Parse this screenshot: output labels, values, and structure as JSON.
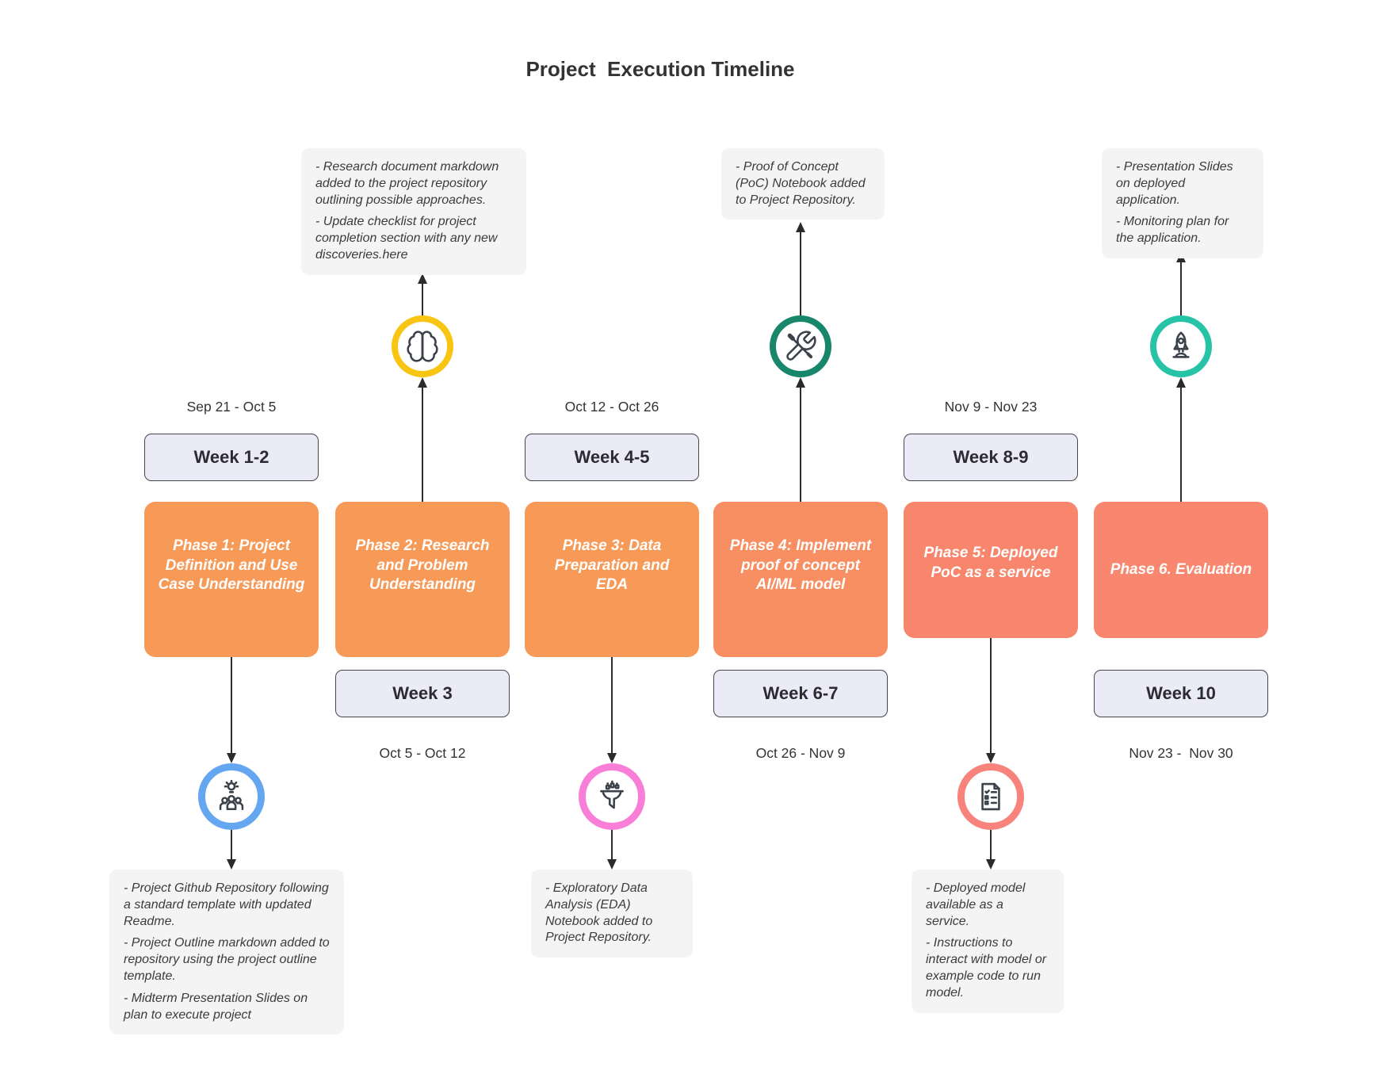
{
  "title": "Project  Execution Timeline",
  "colors": {
    "phase_orange": "#F79A58",
    "phase_orange_deep": "#F78F63",
    "phase_salmon": "#F8866C",
    "phase_coral": "#F9876F",
    "week_badge_bg": "#EBEBF8",
    "note_bg": "#F4F4F4",
    "ring_blue": "#64A7F0",
    "ring_yellow": "#F8C513",
    "ring_pink": "#F97ED7",
    "ring_green": "#17866A",
    "ring_red": "#F8837C",
    "ring_teal": "#26C3A7",
    "arrow": "#2b2b2e"
  },
  "phases": [
    {
      "title": "Phase 1: Project Definition and Use Case Understanding",
      "week": "Week 1-2",
      "dates": "Sep 21 - Oct 5",
      "icon": "team-lightbulb-icon",
      "note": [
        "- Project Github Repository following a standard template with updated Readme.",
        "- Project Outline markdown added to repository using the project outline template.",
        "- Midterm Presentation Slides on plan to execute project"
      ]
    },
    {
      "title": "Phase 2: Research and Problem Understanding",
      "week": "Week 3",
      "dates": "Oct 5 - Oct 12",
      "icon": "brain-icon",
      "note": [
        "- Research document markdown added to the project repository outlining possible approaches.",
        "- Update checklist for project completion section with any new discoveries.here"
      ]
    },
    {
      "title": "Phase 3: Data Preparation and EDA",
      "week": "Week 4-5",
      "dates": "Oct 12 - Oct 26",
      "icon": "funnel-icon",
      "note": [
        "- Exploratory Data Analysis (EDA) Notebook added to Project Repository."
      ]
    },
    {
      "title": "Phase 4: Implement proof of concept AI/ML model",
      "week": "Week 6-7",
      "dates": "Oct 26 - Nov 9",
      "icon": "tools-icon",
      "note": [
        "- Proof of Concept (PoC) Notebook added to Project Repository."
      ]
    },
    {
      "title": "Phase 5: Deployed PoC as a service",
      "week": "Week 8-9",
      "dates": "Nov 9 - Nov 23",
      "icon": "checklist-icon",
      "note": [
        "- Deployed model available as a service.",
        "- Instructions to interact with model or example code to run model."
      ]
    },
    {
      "title": "Phase 6. Evaluation",
      "week": "Week 10",
      "dates": "Nov 23 -  Nov 30",
      "icon": "rocket-icon",
      "note": [
        "- Presentation Slides on deployed application.",
        "- Monitoring plan for the application."
      ]
    }
  ]
}
